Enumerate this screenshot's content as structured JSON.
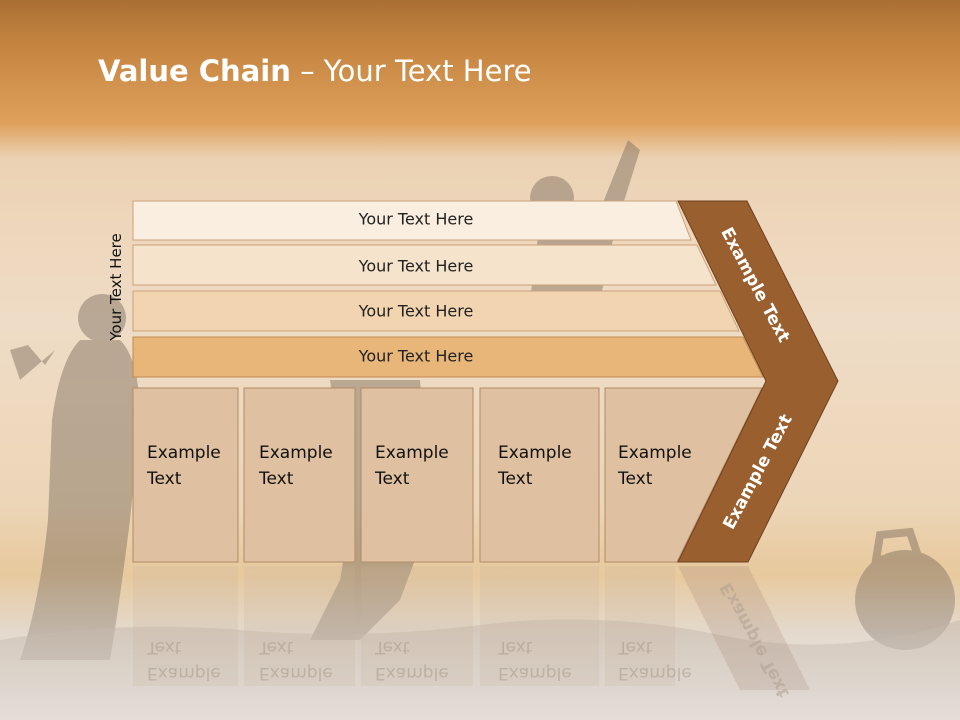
{
  "slide": {
    "title_bold": "Value Chain",
    "title_rest": " – Your Text Here",
    "side_label": "Your Text Here",
    "bars": [
      {
        "label": "Your Text Here"
      },
      {
        "label": "Your Text Here"
      },
      {
        "label": "Your Text Here"
      },
      {
        "label": "Your Text Here"
      }
    ],
    "boxes": [
      {
        "label": "Example\nText"
      },
      {
        "label": "Example\nText"
      },
      {
        "label": "Example\nText"
      },
      {
        "label": "Example\nText"
      },
      {
        "label": "Example\nText"
      }
    ],
    "chevron_upper_label": "Example Text",
    "chevron_lower_label": "Example Text"
  },
  "colors": {
    "header_orange": "#c98a3c",
    "bar_1": "#faeee0",
    "bar_2": "#f6e3cb",
    "bar_3": "#f2d4b0",
    "bar_4": "#e9b67a",
    "box_fill": "#dfc0a0",
    "chevron_brown": "#9a5f2e"
  }
}
